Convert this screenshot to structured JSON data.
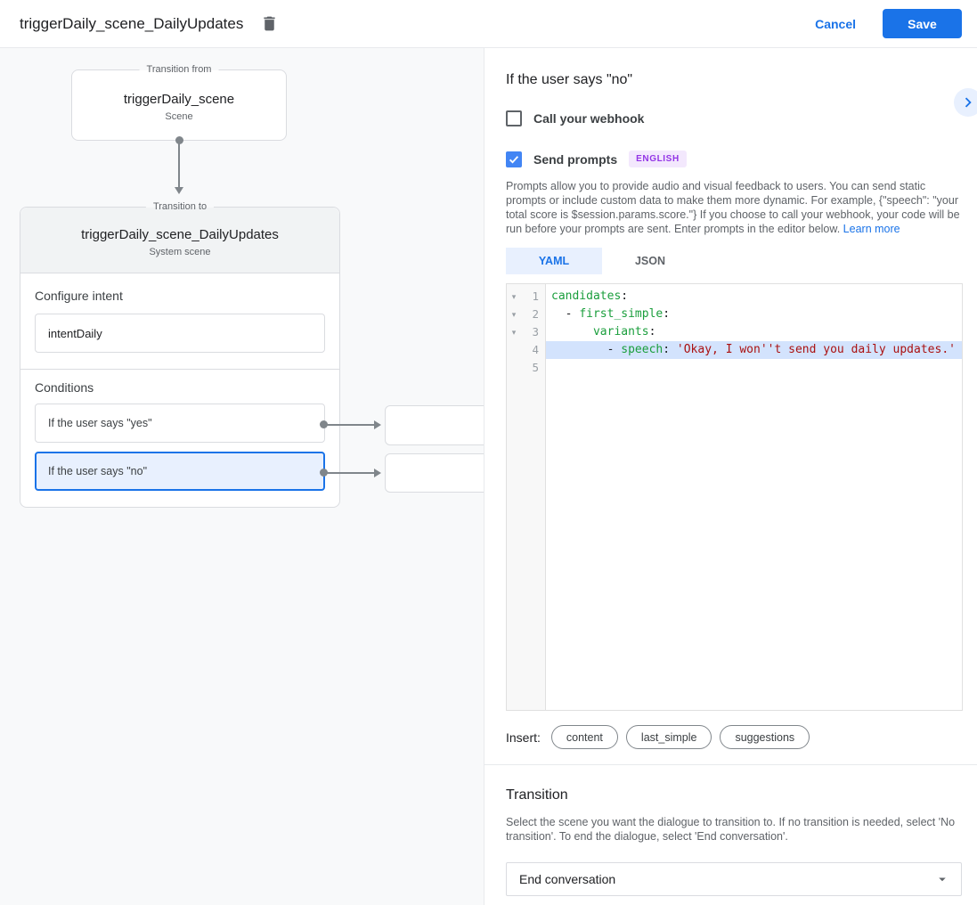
{
  "header": {
    "title": "triggerDaily_scene_DailyUpdates",
    "cancel_label": "Cancel",
    "save_label": "Save"
  },
  "diagram": {
    "from": {
      "legend": "Transition from",
      "title": "triggerDaily_scene",
      "subtitle": "Scene"
    },
    "to": {
      "legend": "Transition to",
      "title": "triggerDaily_scene_DailyUpdates",
      "subtitle": "System scene",
      "configure_intent_label": "Configure intent",
      "intent_value": "intentDaily",
      "conditions_label": "Conditions",
      "conditions": [
        {
          "label": "If the user says \"yes\"",
          "selected": false
        },
        {
          "label": "If the user says \"no\"",
          "selected": true
        }
      ]
    }
  },
  "panel": {
    "title": "If the user says \"no\"",
    "webhook_label": "Call your webhook",
    "send_prompts_label": "Send prompts",
    "language_badge": "ENGLISH",
    "description": "Prompts allow you to provide audio and visual feedback to users. You can send static prompts or include custom data to make them more dynamic. For example, {\"speech\": \"your total score is $session.params.score.\"} If you choose to call your webhook, your code will be run before your prompts are sent. Enter prompts in the editor below. ",
    "learn_more_label": "Learn more",
    "tabs": [
      {
        "label": "YAML",
        "active": true
      },
      {
        "label": "JSON",
        "active": false
      }
    ],
    "editor": {
      "lines": [
        {
          "num": "1",
          "fold": true,
          "highlight": false,
          "segments": [
            {
              "t": "candidates",
              "c": "key"
            },
            {
              "t": ":",
              "c": "plain"
            }
          ]
        },
        {
          "num": "2",
          "fold": true,
          "highlight": false,
          "segments": [
            {
              "t": "  - ",
              "c": "plain"
            },
            {
              "t": "first_simple",
              "c": "key"
            },
            {
              "t": ":",
              "c": "plain"
            }
          ]
        },
        {
          "num": "3",
          "fold": true,
          "highlight": false,
          "segments": [
            {
              "t": "      ",
              "c": "plain"
            },
            {
              "t": "variants",
              "c": "key"
            },
            {
              "t": ":",
              "c": "plain"
            }
          ]
        },
        {
          "num": "4",
          "fold": false,
          "highlight": true,
          "segments": [
            {
              "t": "        - ",
              "c": "plain"
            },
            {
              "t": "speech",
              "c": "key"
            },
            {
              "t": ": ",
              "c": "plain"
            },
            {
              "t": "'Okay, I won''t send you daily updates.'",
              "c": "str"
            }
          ]
        },
        {
          "num": "5",
          "fold": false,
          "highlight": false,
          "segments": []
        }
      ]
    },
    "insert_label": "Insert:",
    "insert_buttons": [
      "content",
      "last_simple",
      "suggestions"
    ]
  },
  "transition": {
    "title": "Transition",
    "description": "Select the scene you want the dialogue to transition to. If no transition is needed, select 'No transition'. To end the dialogue, select 'End conversation'.",
    "selected_value": "End conversation"
  },
  "colors": {
    "accent_blue": "#1a73e8",
    "checkbox_blue": "#4285f4",
    "selected_bg": "#e8f0fe",
    "badge_bg": "#f3e8fd",
    "badge_text": "#9334e6",
    "code_key_green": "#1a9e3c",
    "code_string_red": "#aa1111",
    "code_line_highlight": "#d3e3fd",
    "canvas_bg": "#f8f9fa"
  }
}
